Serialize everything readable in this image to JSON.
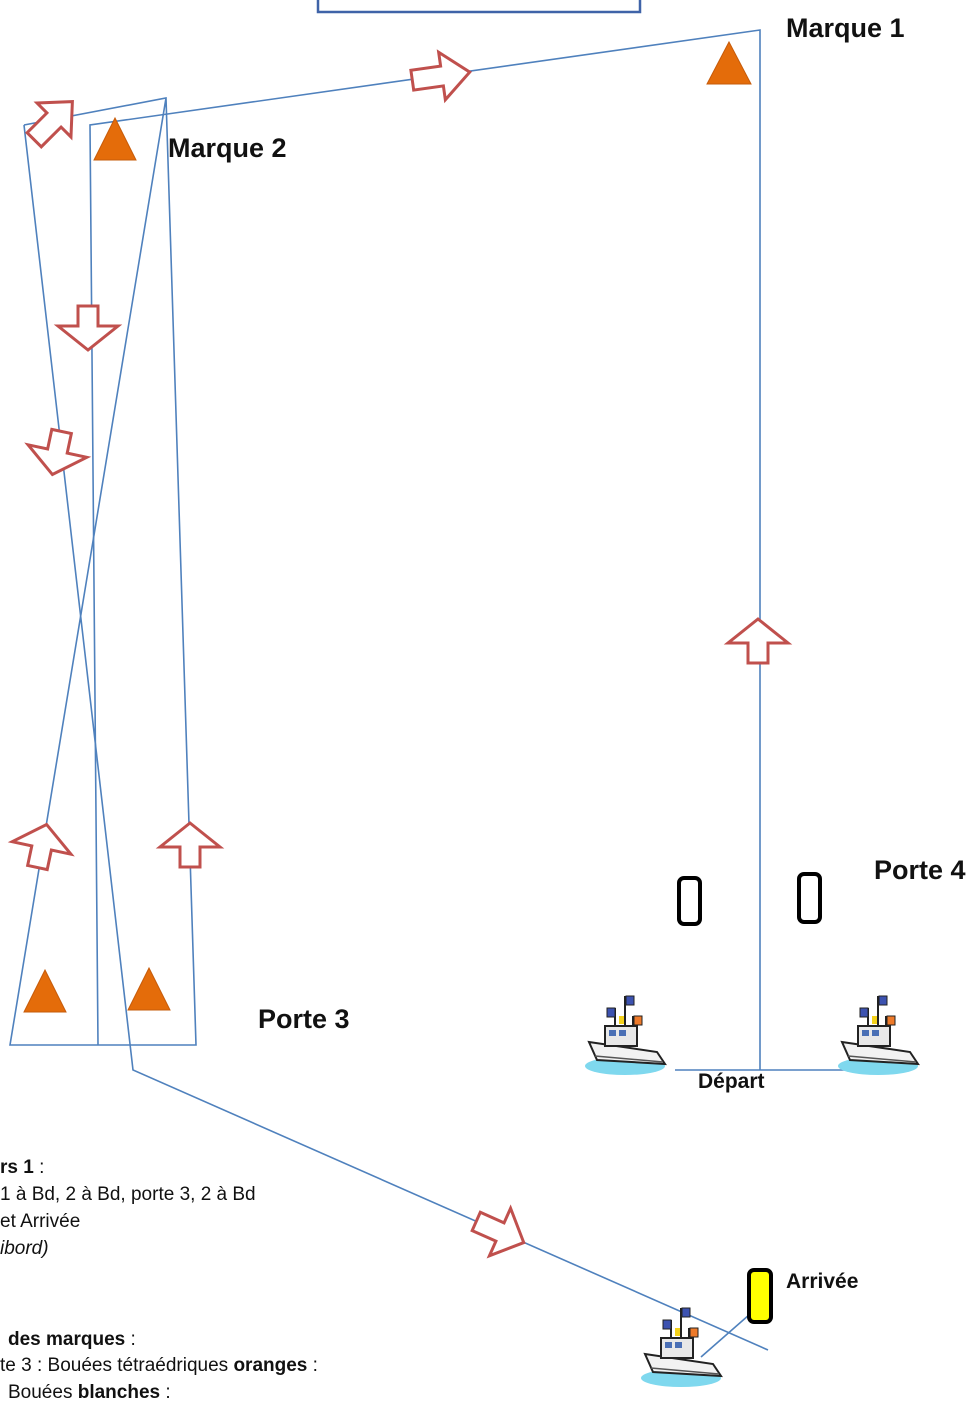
{
  "labels": {
    "marque1": "Marque 1",
    "marque2": "Marque 2",
    "porte3": "Porte 3",
    "porte4": "Porte 4",
    "depart": "Départ",
    "arrivee": "Arrivée"
  },
  "legend": {
    "parcours_title": "rs 1",
    "parcours_colon": " :",
    "line1": "1 à Bd, 2 à Bd, porte 3, 2 à Bd",
    "line2": "et Arrivée",
    "line3": "ibord)",
    "marks_title": "des marques",
    "marks_colon": " :",
    "marks_line1_pre": "te 3 : Bouées tétraédriques ",
    "marks_line1_b": "oranges",
    "marks_line1_post": " :",
    "marks_line2_pre": "Bouées ",
    "marks_line2_b": "blanches",
    "marks_line2_post": " :"
  },
  "colors": {
    "course_line": "#4f81bd",
    "arrow": "#c0504d",
    "orange_mark": "#e46c0a",
    "white_buoy": "#ffffff",
    "finish_buoy": "#ffff00"
  },
  "icons": {
    "marks": "orange-triangle-buoy",
    "gate4": "white-cylinder-buoy",
    "finish": "yellow-cylinder-buoy",
    "committee": "committee-boat-icon",
    "direction": "course-direction-arrow"
  }
}
